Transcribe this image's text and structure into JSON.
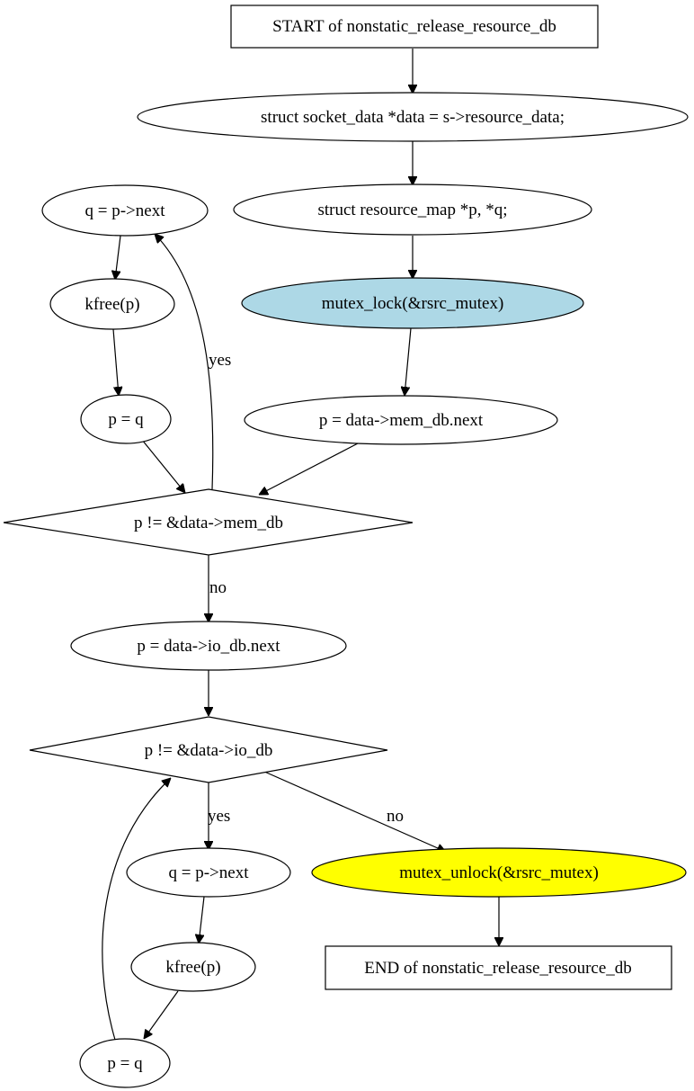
{
  "colors": {
    "mutex_lock_fill": "#add8e6",
    "mutex_unlock_fill": "#ffff00",
    "default_fill": "#ffffff",
    "stroke": "#000000"
  },
  "nodes": {
    "start": "START of nonstatic_release_resource_db",
    "decl_data": "struct socket_data *data = s->resource_data;",
    "decl_pq": "struct resource_map *p, *q;",
    "mutex_lock": "mutex_lock(&rsrc_mutex)",
    "p_mem_next": "p = data->mem_db.next",
    "cond_mem": "p != &data->mem_db",
    "q_next_1": "q = p->next",
    "kfree_1": "kfree(p)",
    "p_eq_q_1": "p = q",
    "p_io_next": "p = data->io_db.next",
    "cond_io": "p != &data->io_db",
    "q_next_2": "q = p->next",
    "kfree_2": "kfree(p)",
    "p_eq_q_2": "p = q",
    "mutex_unlock": "mutex_unlock(&rsrc_mutex)",
    "end": "END of nonstatic_release_resource_db"
  },
  "edge_labels": {
    "mem_yes": "yes",
    "mem_no": "no",
    "io_yes": "yes",
    "io_no": "no"
  }
}
